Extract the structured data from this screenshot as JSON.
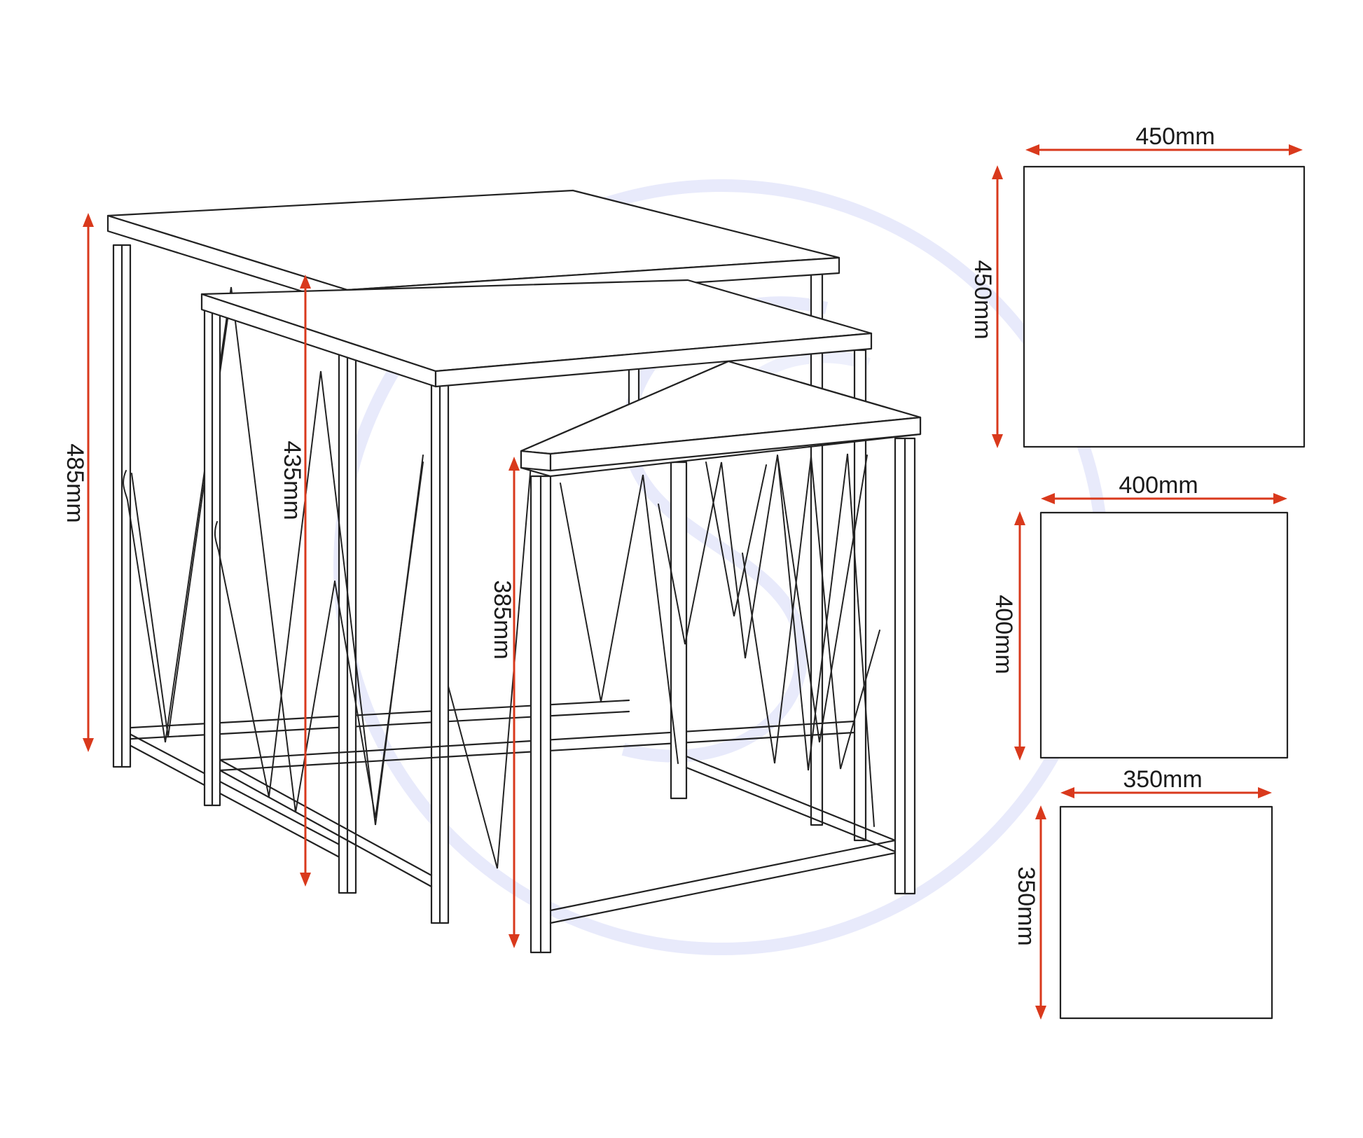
{
  "colors": {
    "dimension_arrow": "#d9391c",
    "outline": "#222222",
    "watermark": "#e6e8fb",
    "background": "#ffffff"
  },
  "heights": {
    "large": "485mm",
    "medium": "435mm",
    "small": "385mm"
  },
  "plans": {
    "large": {
      "width": "450mm",
      "depth": "450mm"
    },
    "medium": {
      "width": "400mm",
      "depth": "400mm"
    },
    "small": {
      "width": "350mm",
      "depth": "350mm"
    }
  }
}
